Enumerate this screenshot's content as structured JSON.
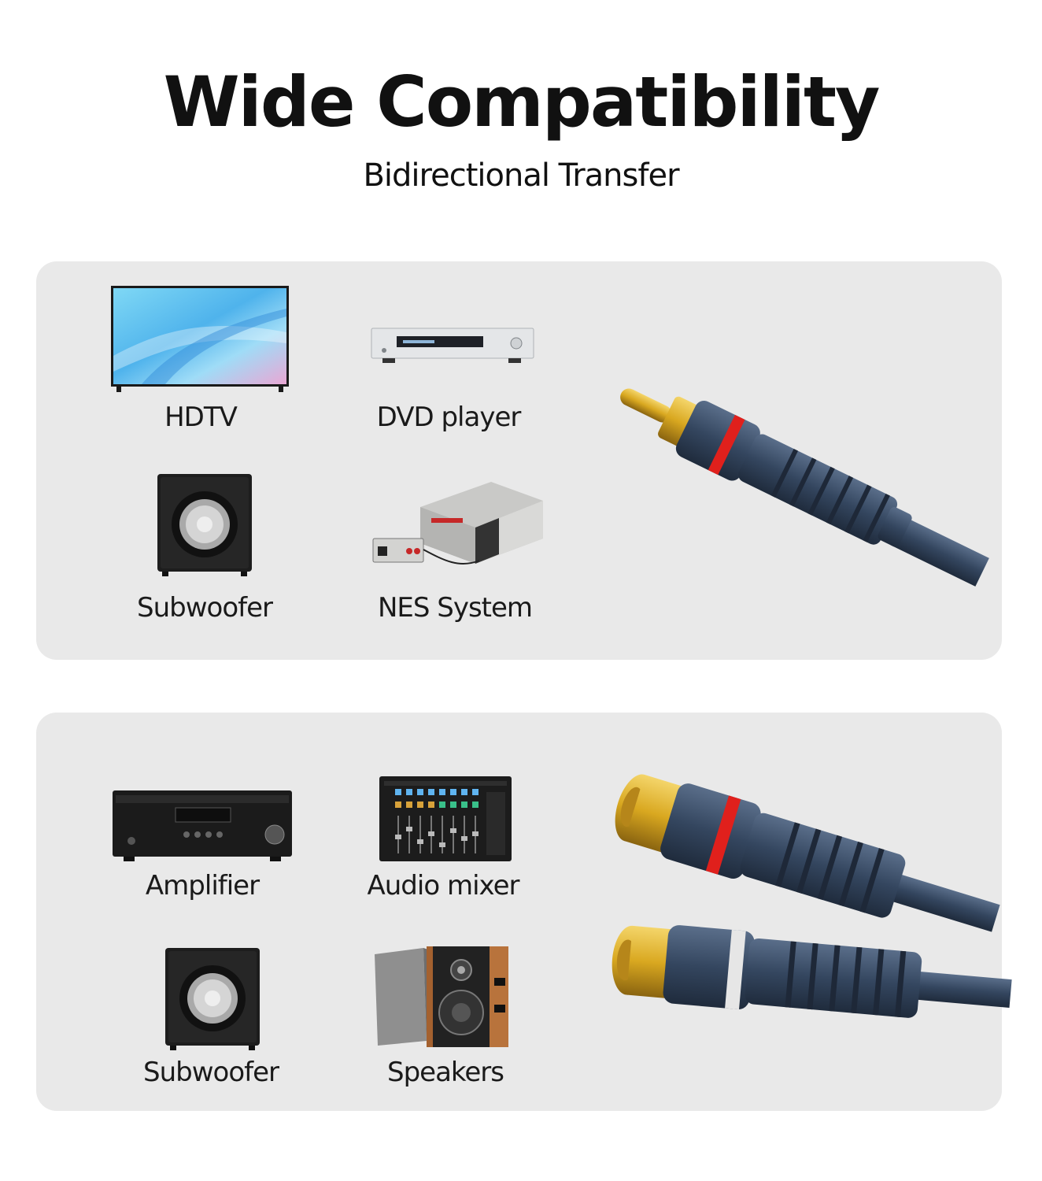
{
  "header": {
    "title": "Wide Compatibility",
    "subtitle": "Bidirectional Transfer"
  },
  "top_panel": {
    "devices": [
      {
        "label": "HDTV",
        "icon": "tv-icon"
      },
      {
        "label": "DVD player",
        "icon": "dvd-player-icon"
      },
      {
        "label": "Subwoofer",
        "icon": "subwoofer-icon"
      },
      {
        "label": "NES System",
        "icon": "game-console-icon"
      }
    ],
    "connector": "rca-male-plug-icon"
  },
  "bottom_panel": {
    "devices": [
      {
        "label": "Amplifier",
        "icon": "amplifier-icon"
      },
      {
        "label": "Audio mixer",
        "icon": "audio-mixer-icon"
      },
      {
        "label": "Subwoofer",
        "icon": "subwoofer-icon"
      },
      {
        "label": "Speakers",
        "icon": "speakers-icon"
      }
    ],
    "connector": "rca-female-jacks-icon"
  },
  "colors": {
    "panel": "#e9e9e9",
    "cable": "#34465f",
    "gold": "#d9a820",
    "red_band": "#e0201c",
    "white_band": "#e6e6e6"
  }
}
